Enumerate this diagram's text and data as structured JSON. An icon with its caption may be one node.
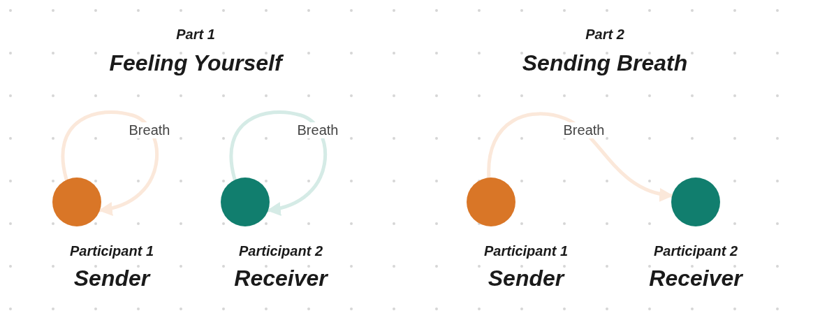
{
  "diagram": {
    "nodes": [
      {
        "text": [],
        "shape": "circle",
        "beside": [
          "Participant 1",
          "Sender"
        ]
      },
      {
        "text": [],
        "shape": "circle",
        "beside": [
          "Participant 2",
          "Receiver"
        ]
      },
      {
        "text": [],
        "shape": "circle",
        "beside": [
          "Participant 1",
          "Sender"
        ]
      },
      {
        "text": [],
        "shape": "circle",
        "beside": [
          "Participant 2",
          "Receiver"
        ]
      }
    ],
    "edges": [
      {
        "from": 0,
        "to": 0,
        "arrow": "to",
        "label": "Breath",
        "color": "#fbe8da"
      },
      {
        "from": 1,
        "to": 1,
        "arrow": "to",
        "label": "Breath",
        "color": "#d5ebe6"
      },
      {
        "from": 2,
        "to": 3,
        "arrow": "to",
        "label": "Breath",
        "color": "#fbe8da"
      }
    ],
    "labels": [
      "Part 1",
      "Feeling Yourself",
      "Part 2",
      "Sending Breath"
    ]
  }
}
